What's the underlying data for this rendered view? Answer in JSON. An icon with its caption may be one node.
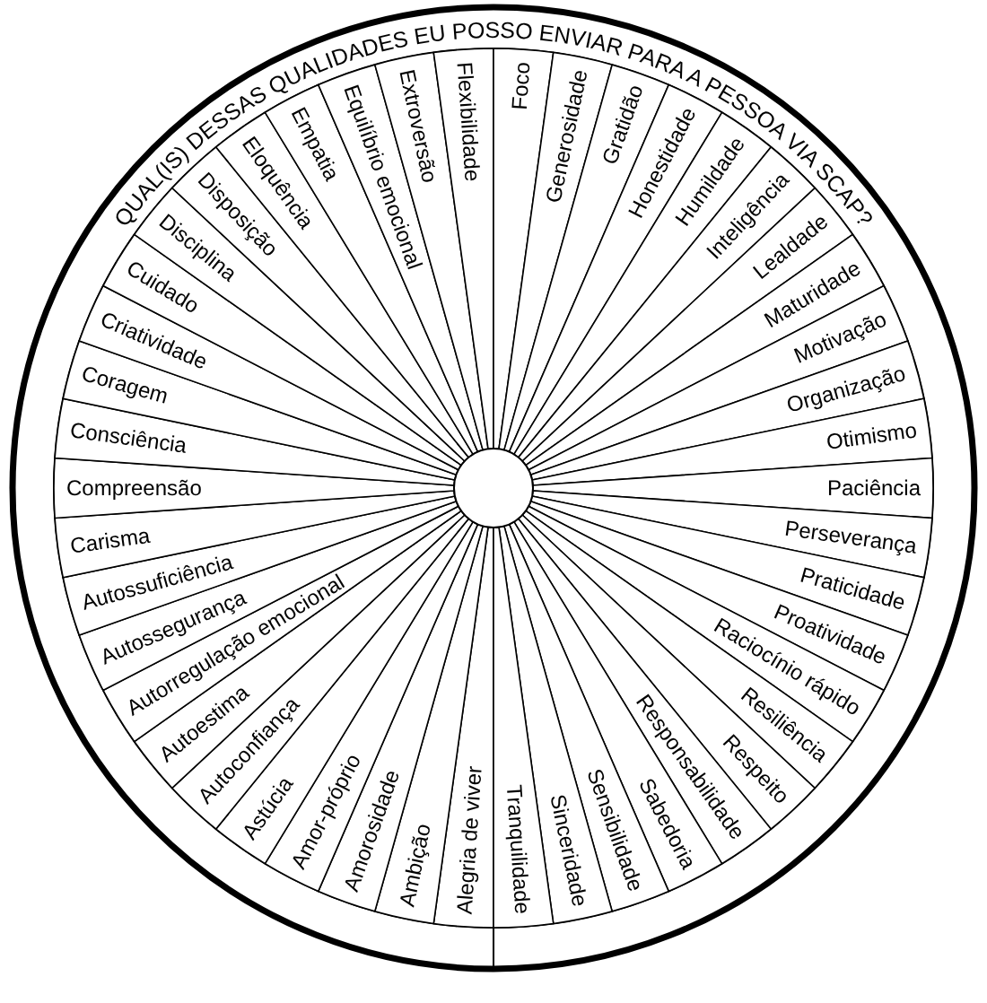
{
  "diagram": {
    "title": "QUAL(IS) DESSAS QUALIDADES EU POSSO ENVIAR PARA A PESSOA VIA SCAP?",
    "nodes": [
      {
        "text": [
          "Alegria de viver"
        ]
      },
      {
        "text": [
          "Ambição"
        ]
      },
      {
        "text": [
          "Amorosidade"
        ]
      },
      {
        "text": [
          "Amor-próprio"
        ]
      },
      {
        "text": [
          "Astúcia"
        ]
      },
      {
        "text": [
          "Autoconfiança"
        ]
      },
      {
        "text": [
          "Autoestima"
        ]
      },
      {
        "text": [
          "Autorregulação emocional"
        ]
      },
      {
        "text": [
          "Autossegurança"
        ]
      },
      {
        "text": [
          "Autossuficiência"
        ]
      },
      {
        "text": [
          "Carisma"
        ]
      },
      {
        "text": [
          "Compreensão"
        ]
      },
      {
        "text": [
          "Consciência"
        ]
      },
      {
        "text": [
          "Coragem"
        ]
      },
      {
        "text": [
          "Criatividade"
        ]
      },
      {
        "text": [
          "Cuidado"
        ]
      },
      {
        "text": [
          "Disciplina"
        ]
      },
      {
        "text": [
          "Disposição"
        ]
      },
      {
        "text": [
          "Eloquência"
        ]
      },
      {
        "text": [
          "Empatia"
        ]
      },
      {
        "text": [
          "Equilíbrio emocional"
        ]
      },
      {
        "text": [
          "Extroversão"
        ]
      },
      {
        "text": [
          "Flexibilidade"
        ]
      },
      {
        "text": [
          "Foco"
        ]
      },
      {
        "text": [
          "Generosidade"
        ]
      },
      {
        "text": [
          "Gratidão"
        ]
      },
      {
        "text": [
          "Honestidade"
        ]
      },
      {
        "text": [
          "Humildade"
        ]
      },
      {
        "text": [
          "Inteligência"
        ]
      },
      {
        "text": [
          "Lealdade"
        ]
      },
      {
        "text": [
          "Maturidade"
        ]
      },
      {
        "text": [
          "Motivação"
        ]
      },
      {
        "text": [
          "Organização"
        ]
      },
      {
        "text": [
          "Otimismo"
        ]
      },
      {
        "text": [
          "Paciência"
        ]
      },
      {
        "text": [
          "Perseverança"
        ]
      },
      {
        "text": [
          "Praticidade"
        ]
      },
      {
        "text": [
          "Proatividade"
        ]
      },
      {
        "text": [
          "Raciocínio rápido"
        ]
      },
      {
        "text": [
          "Resiliência"
        ]
      },
      {
        "text": [
          "Respeito"
        ]
      },
      {
        "text": [
          "Responsabilidade"
        ]
      },
      {
        "text": [
          "Sabedoria"
        ]
      },
      {
        "text": [
          "Sensibilidade"
        ]
      },
      {
        "text": [
          "Sinceridade"
        ]
      },
      {
        "text": [
          "Tranquilidade"
        ]
      }
    ]
  }
}
